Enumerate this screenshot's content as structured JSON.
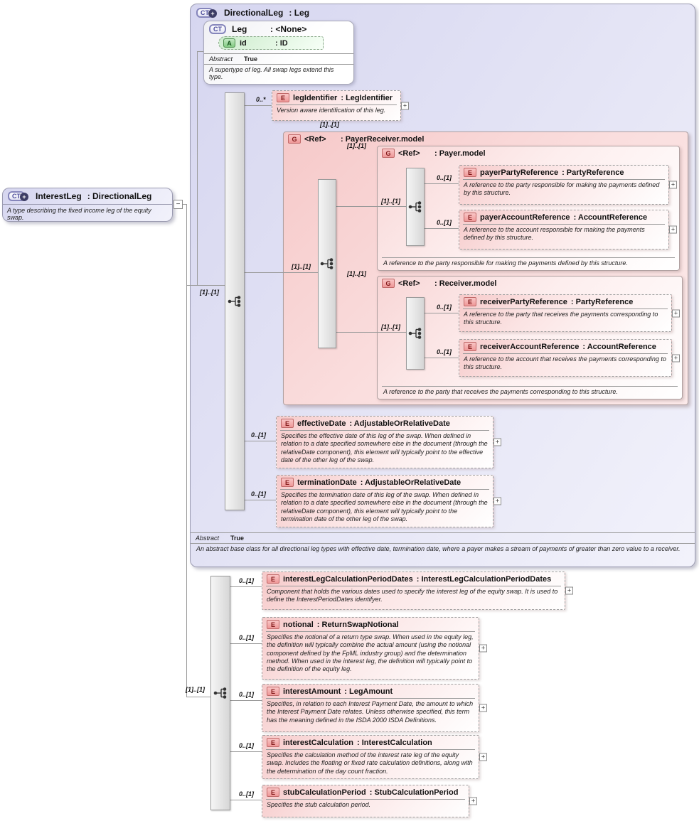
{
  "icons": {
    "complex_type": "CT",
    "attribute": "A",
    "element": "E",
    "group": "G",
    "plus": "+",
    "minus": "−",
    "expand": "+"
  },
  "interest_leg": {
    "name": "InterestLeg",
    "type": ": DirectionalLeg",
    "description": "A type describing the fixed income leg of the equity swap."
  },
  "directional_leg": {
    "name": "DirectionalLeg",
    "type": ": Leg",
    "cardinality": "[1]..[1]",
    "abstract_label": "Abstract",
    "abstract_value": "True",
    "description": "An abstract base class for all directional leg types with effective date, termination date, where a payer makes a stream of payments of greater than zero value to a receiver."
  },
  "leg": {
    "name": "Leg",
    "type": ": <None>",
    "attribute": {
      "name": "id",
      "type": ": ID"
    },
    "abstract_label": "Abstract",
    "abstract_value": "True",
    "description": "A supertype of leg. All swap legs extend this type."
  },
  "leg_identifier": {
    "cardinality": "0..*",
    "name": "legIdentifier",
    "type": ": LegIdentifier",
    "description": "Version aware identification of this leg."
  },
  "payer_receiver": {
    "cardinality_top": "[1]..[1]",
    "cardinality_line": "[1]..[1]",
    "name": "<Ref>",
    "type": ": PayerReceiver.model"
  },
  "payer": {
    "cardinality_top": "[1]..[1]",
    "cardinality_line": "[1]..[1]",
    "name": "<Ref>",
    "type": ": Payer.model",
    "footer": "A reference to the party responsible for making the payments defined by this structure.",
    "party": {
      "cardinality": "0..[1]",
      "name": "payerPartyReference",
      "type": ": PartyReference",
      "description": "A reference to the party responsible for making the payments defined by this structure."
    },
    "account": {
      "cardinality": "0..[1]",
      "name": "payerAccountReference",
      "type": ": AccountReference",
      "description": "A reference to the account responsible for making the payments defined by this structure."
    }
  },
  "receiver": {
    "cardinality_top": "[1]..[1]",
    "cardinality_line": "[1]..[1]",
    "name": "<Ref>",
    "type": ": Receiver.model",
    "footer": "A reference to the party that receives the payments corresponding to this structure.",
    "party": {
      "cardinality": "0..[1]",
      "name": "receiverPartyReference",
      "type": ": PartyReference",
      "description": "A reference to the party that receives the payments corresponding to this structure."
    },
    "account": {
      "cardinality": "0..[1]",
      "name": "receiverAccountReference",
      "type": ": AccountReference",
      "description": "A reference to the account that receives the payments corresponding to this structure."
    }
  },
  "effective_date": {
    "cardinality": "0..[1]",
    "name": "effectiveDate",
    "type": ": AdjustableOrRelativeDate",
    "description": "Specifies the effective date of this leg of the swap. When defined in relation to a date specified somewhere else in the document (through the relativeDate component), this element will typically point to the effective date of the other leg of the swap."
  },
  "termination_date": {
    "cardinality": "0..[1]",
    "name": "terminationDate",
    "type": ": AdjustableOrRelativeDate",
    "description": "Specifies the termination date of this leg of the swap. When defined in relation to a date specified somewhere else in the document (through the relativeDate component), this element will typically point to the termination date of the other leg of the swap."
  },
  "own_sequence": {
    "cardinality": "[1]..[1]"
  },
  "own_elements": [
    {
      "cardinality": "0..[1]",
      "name": "interestLegCalculationPeriodDates",
      "type": ": InterestLegCalculationPeriodDates",
      "description": "Component that holds the various dates used to specify the interest leg of the equity swap. It is used to define the InterestPeriodDates identifyer."
    },
    {
      "cardinality": "0..[1]",
      "name": "notional",
      "type": ": ReturnSwapNotional",
      "description": "Specifies the notional of a return type swap. When used in the equity leg, the definition will typically combine the actual amount (using the notional component defined by the FpML industry group) and the determination method. When used in the interest leg, the definition will typically point to the definition of the equity leg."
    },
    {
      "cardinality": "0..[1]",
      "name": "interestAmount",
      "type": ": LegAmount",
      "description": "Specifies, in relation to each Interest Payment Date, the amount to which the Interest Payment Date relates. Unless otherwise specified, this term has the meaning defined in the ISDA 2000 ISDA Definitions."
    },
    {
      "cardinality": "0..[1]",
      "name": "interestCalculation",
      "type": ": InterestCalculation",
      "description": "Specifies the calculation method of the interest rate leg of the equity swap. Includes the floating or fixed rate calculation definitions, along with the determination of the day count fraction."
    },
    {
      "cardinality": "0..[1]",
      "name": "stubCalculationPeriod",
      "type": ": StubCalculationPeriod",
      "description": "Specifies the stub calculation period."
    }
  ],
  "colors": {
    "lavender": "#d6d6f0",
    "pink": "#f6caca",
    "green": "#c2e8c2",
    "line": "#9a9a9a"
  }
}
